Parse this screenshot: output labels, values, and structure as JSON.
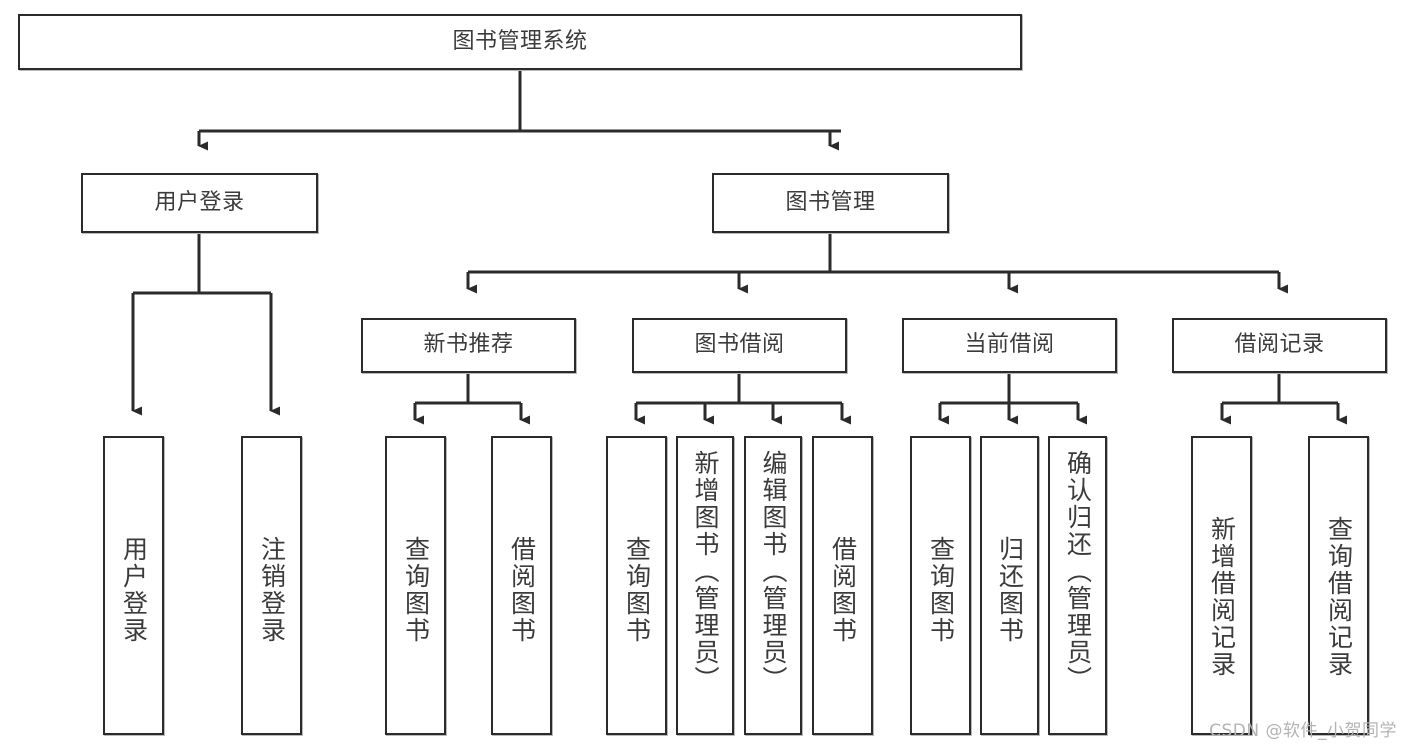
{
  "diagram": {
    "type": "tree",
    "title": "图书管理系统",
    "root": {
      "label": "图书管理系统"
    },
    "level2": [
      {
        "label": "用户登录"
      },
      {
        "label": "图书管理"
      }
    ],
    "level3": [
      {
        "label": "新书推荐"
      },
      {
        "label": "图书借阅"
      },
      {
        "label": "当前借阅"
      },
      {
        "label": "借阅记录"
      }
    ],
    "leaves": {
      "user_login": [
        {
          "label": "用户登录"
        },
        {
          "label": "注销登录"
        }
      ],
      "new_book_recommend": [
        {
          "label": "查询图书"
        },
        {
          "label": "借阅图书"
        }
      ],
      "book_borrow": [
        {
          "label": "查询图书"
        },
        {
          "label": "新增图书（管理员）"
        },
        {
          "label": "编辑图书（管理员）"
        },
        {
          "label": "借阅图书"
        }
      ],
      "current_borrow": [
        {
          "label": "查询图书"
        },
        {
          "label": "归还图书"
        },
        {
          "label": "确认归还（管理员）"
        }
      ],
      "borrow_record": [
        {
          "label": "新增借阅记录"
        },
        {
          "label": "查询借阅记录"
        }
      ]
    }
  },
  "watermark": {
    "text": "CSDN @软件_小贺同学"
  },
  "colors": {
    "box_border": "#2b2b2b",
    "box_fill": "#ffffff",
    "text": "#3b3b3b",
    "connector": "#2b2b2b",
    "watermark": "#b4b4b4",
    "page_background": "#ffffff"
  }
}
